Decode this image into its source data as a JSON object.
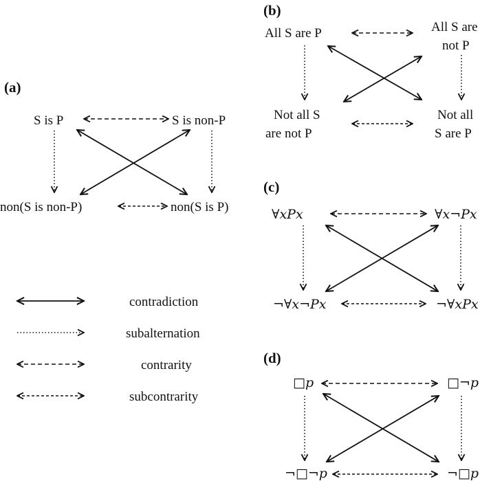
{
  "panels": {
    "a": {
      "label": "(a)",
      "top_left": "S is P",
      "top_right": "S is non-P",
      "bottom_left": "non(S is non-P)",
      "bottom_right": "non(S is P)"
    },
    "b": {
      "label": "(b)",
      "top_left": "All S are P",
      "top_right_1": "All S are",
      "top_right_2": "not P",
      "bottom_left_1": "Not all S",
      "bottom_left_2": "are not P",
      "bottom_right_1": "Not all",
      "bottom_right_2": "S are P"
    },
    "c": {
      "label": "(c)",
      "top_left": "∀xPx",
      "top_right": "∀x¬Px",
      "bottom_left": "¬∀x¬Px",
      "bottom_right": "¬∀xPx"
    },
    "d": {
      "label": "(d)",
      "top_left": "□p",
      "top_right": "□¬p",
      "bottom_left": "¬□¬p",
      "bottom_right": "¬□p"
    }
  },
  "legend": [
    {
      "style": "solid",
      "label": "contradiction"
    },
    {
      "style": "dotted",
      "label": "subalternation"
    },
    {
      "style": "dashed",
      "label": "contrarity"
    },
    {
      "style": "dashfine",
      "label": "subcontrarity"
    }
  ]
}
